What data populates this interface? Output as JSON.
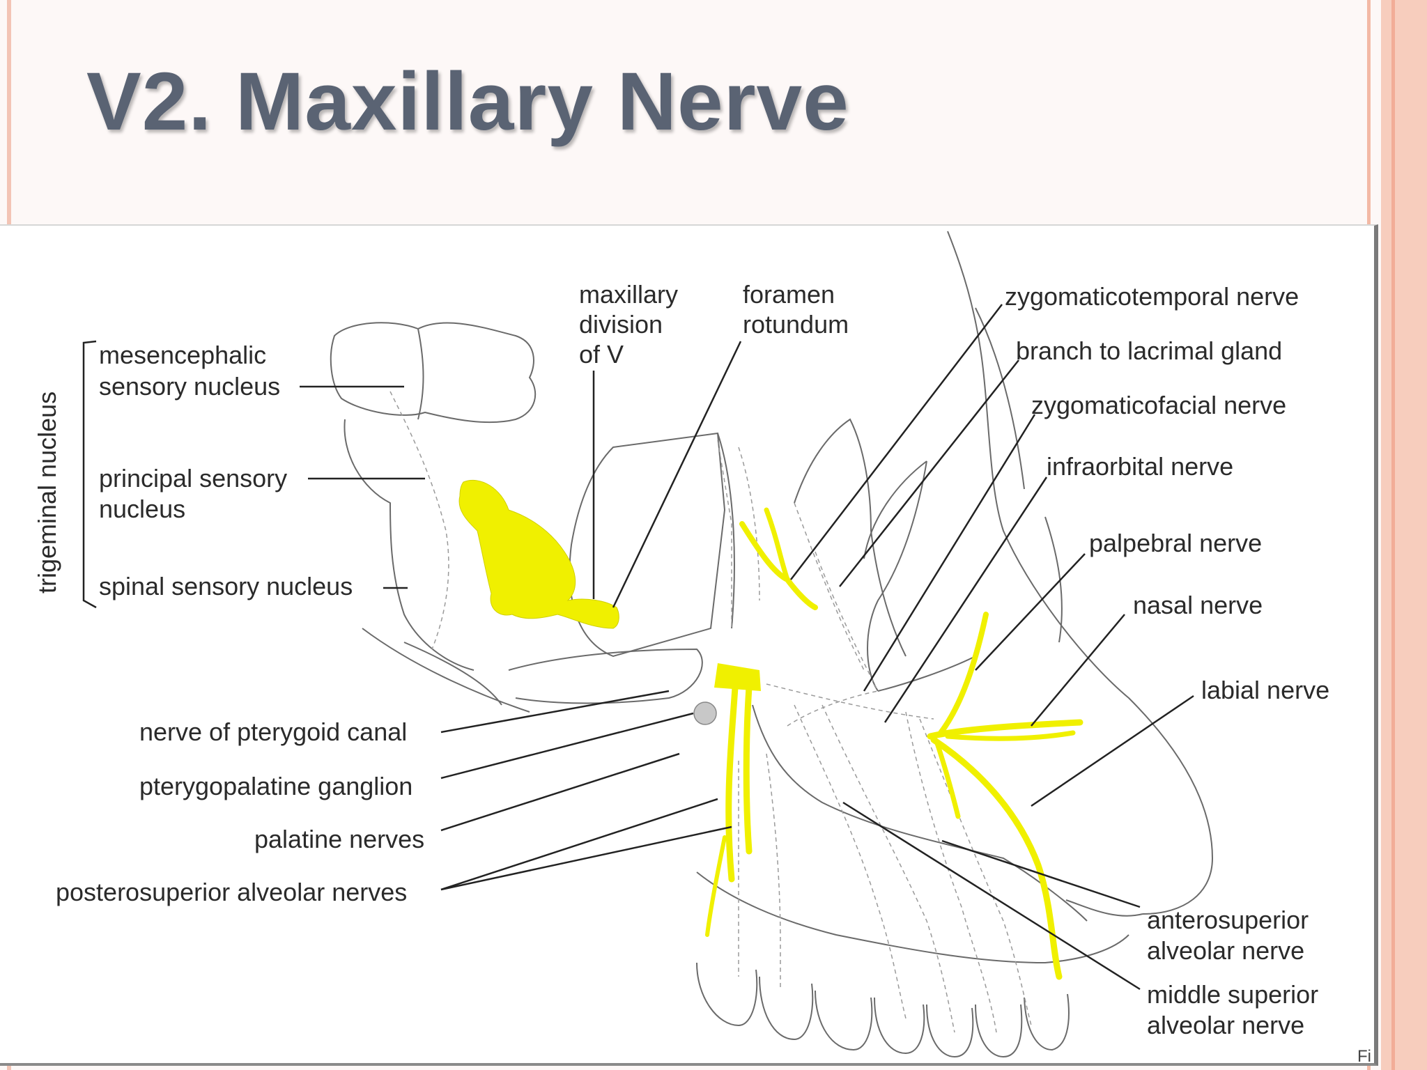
{
  "slide": {
    "title": "V2.  Maxillary Nerve"
  },
  "diagram": {
    "bracket_label": "trigeminal nucleus",
    "labels": {
      "mesencephalic_1": "mesencephalic",
      "mesencephalic_2": "sensory nucleus",
      "principal_1": "principal sensory",
      "principal_2": "nucleus",
      "spinal": "spinal sensory nucleus",
      "maxillary_1": "maxillary",
      "maxillary_2": "division",
      "maxillary_3": "of V",
      "foramen_1": "foramen",
      "foramen_2": "rotundum",
      "zygomaticotemporal": "zygomaticotemporal nerve",
      "lacrimal": "branch to lacrimal gland",
      "zygomaticofacial": "zygomaticofacial nerve",
      "infraorbital": "infraorbital nerve",
      "palpebral": "palpebral nerve",
      "nasal": "nasal nerve",
      "labial": "labial nerve",
      "pterygoid": "nerve of pterygoid canal",
      "pterygopalatine": "pterygopalatine ganglion",
      "palatine": "palatine nerves",
      "posterosuperior": "posterosuperior alveolar nerves",
      "anterosuperior_1": "anterosuperior",
      "anterosuperior_2": "alveolar nerve",
      "middle_1": "middle superior",
      "middle_2": "alveolar nerve",
      "corner_fragment": "Fi"
    },
    "colors": {
      "nerve_highlight": "#f0f000",
      "title": "#5a6373",
      "border_accent": "#f3c4b5"
    }
  }
}
